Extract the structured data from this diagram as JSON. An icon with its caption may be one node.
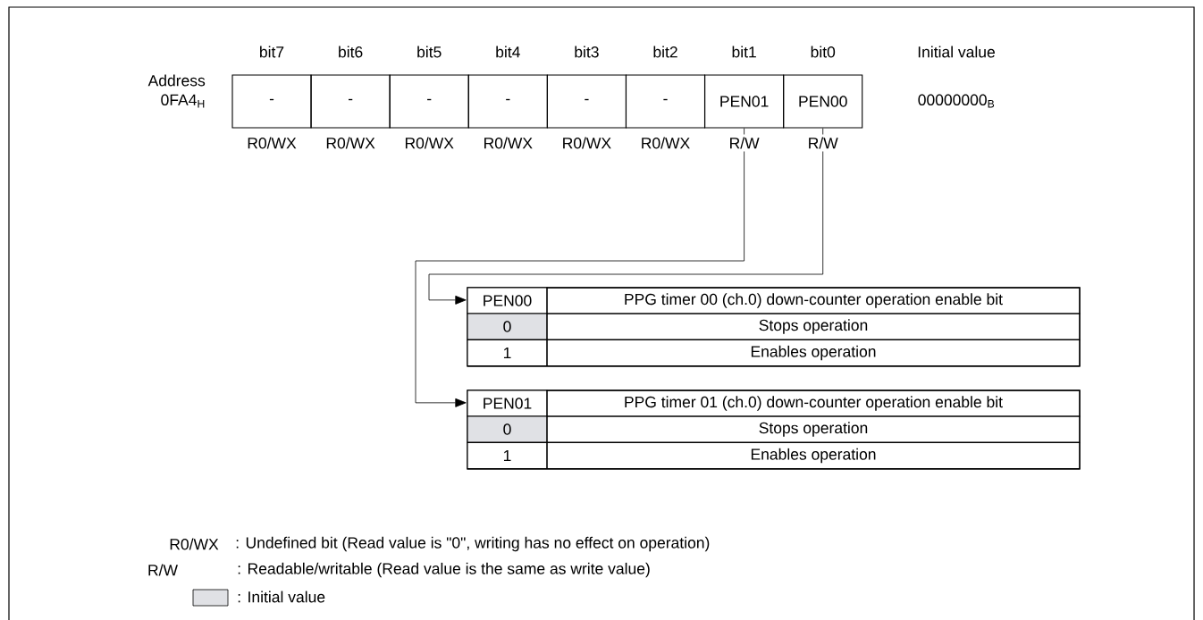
{
  "diagram": {
    "nodes": [
      {
        "text": [
          "-"
        ]
      },
      {
        "text": [
          "-"
        ]
      },
      {
        "text": [
          "-"
        ]
      },
      {
        "text": [
          "-"
        ]
      },
      {
        "text": [
          "-"
        ]
      },
      {
        "text": [
          "-"
        ]
      },
      {
        "text": [
          "PEN01"
        ]
      },
      {
        "text": [
          "PEN00"
        ]
      },
      {
        "text": [
          "PEN00",
          "PPG timer 00 (ch.0) down-counter operation enable bit",
          "0",
          "Stops operation",
          "1",
          "Enables operation"
        ]
      },
      {
        "text": [
          "PEN01",
          "PPG timer 01 (ch.0) down-counter operation enable bit",
          "0",
          "Stops operation",
          "1",
          "Enables operation"
        ]
      }
    ],
    "edges": [
      {
        "from": 7,
        "to": 8,
        "arrow": "to"
      },
      {
        "from": 6,
        "to": 9,
        "arrow": "to"
      }
    ],
    "labels": [
      "bit7",
      "bit6",
      "bit5",
      "bit4",
      "bit3",
      "bit2",
      "bit1",
      "bit0",
      "Initial value",
      "Address",
      "0FA4$_{H}$",
      "00000000$_{B}$",
      "R0/WX",
      "R0/WX",
      "R0/WX",
      "R0/WX",
      "R0/WX",
      "R0/WX",
      "R/W",
      "R/W",
      "R0/WX",
      ": Undefined bit (Read value is \"0\", writing has no effect on operation)",
      "R/W",
      ": Readable/writable (Read value is the same as write value)"
    ],
    "legend": [
      {
        "text": ": Initial value",
        "color": "#e0e1e5"
      }
    ]
  }
}
